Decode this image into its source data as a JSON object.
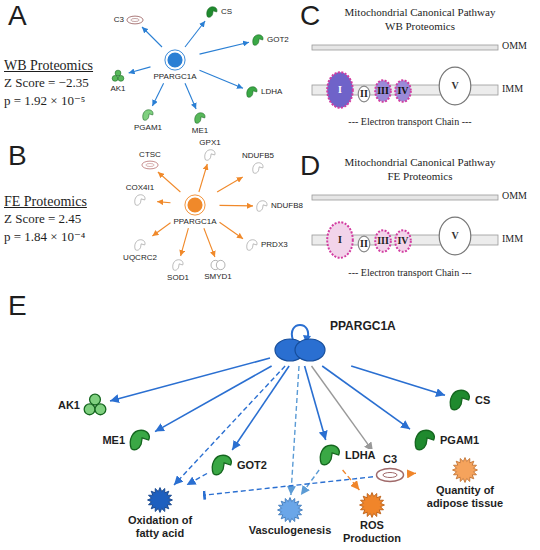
{
  "diagram": {
    "nodes": [
      {
        "text": [
          "PPARGC1A"
        ]
      },
      {
        "text": [
          "C3"
        ]
      },
      {
        "text": [
          "CS"
        ]
      },
      {
        "text": [
          "GOT2"
        ]
      },
      {
        "text": [
          "LDHA"
        ]
      },
      {
        "text": [
          "ME1"
        ]
      },
      {
        "text": [
          "PGAM1"
        ]
      },
      {
        "text": [
          "AK1"
        ]
      },
      {
        "text": [
          "PPARGC1A"
        ]
      },
      {
        "text": [
          "CTSC"
        ]
      },
      {
        "text": [
          "GPX1"
        ]
      },
      {
        "text": [
          "NDUFB5"
        ]
      },
      {
        "text": [
          "NDUFB8"
        ]
      },
      {
        "text": [
          "PRDX3"
        ]
      },
      {
        "text": [
          "SMYD1"
        ]
      },
      {
        "text": [
          "SOD1"
        ]
      },
      {
        "text": [
          "UQCRC2"
        ]
      },
      {
        "text": [
          "COX4I1"
        ]
      },
      {
        "text": [
          "I"
        ]
      },
      {
        "text": [
          "II"
        ]
      },
      {
        "text": [
          "III"
        ]
      },
      {
        "text": [
          "IV"
        ]
      },
      {
        "text": [
          "V"
        ]
      },
      {
        "text": [
          "I"
        ]
      },
      {
        "text": [
          "II"
        ]
      },
      {
        "text": [
          "III"
        ]
      },
      {
        "text": [
          "IV"
        ]
      },
      {
        "text": [
          "V"
        ]
      },
      {
        "text": [
          "PPARGC1A"
        ]
      },
      {
        "text": [
          "AK1"
        ]
      },
      {
        "text": [
          "CS"
        ]
      },
      {
        "text": [
          "ME1"
        ]
      },
      {
        "text": [
          "PGAM1"
        ]
      },
      {
        "text": [
          "GOT2"
        ]
      },
      {
        "text": [
          "LDHA"
        ]
      },
      {
        "text": [
          "C3"
        ]
      },
      {
        "text": [
          "Oxidation of fatty acid"
        ]
      },
      {
        "text": [
          "Vasculogenesis"
        ]
      },
      {
        "text": [
          "ROS Production"
        ]
      },
      {
        "text": [
          "Quantity of adipose tissue"
        ]
      }
    ],
    "edges": [
      {
        "from": 0,
        "to": 1,
        "arrow": "to"
      },
      {
        "from": 0,
        "to": 2,
        "arrow": "to"
      },
      {
        "from": 0,
        "to": 3,
        "arrow": "to"
      },
      {
        "from": 0,
        "to": 4,
        "arrow": "to"
      },
      {
        "from": 0,
        "to": 5,
        "arrow": "to"
      },
      {
        "from": 0,
        "to": 6,
        "arrow": "to"
      },
      {
        "from": 0,
        "to": 7,
        "arrow": "to"
      },
      {
        "from": 8,
        "to": 9,
        "arrow": "to"
      },
      {
        "from": 8,
        "to": 10,
        "arrow": "to"
      },
      {
        "from": 8,
        "to": 11,
        "arrow": "to"
      },
      {
        "from": 8,
        "to": 12,
        "arrow": "to"
      },
      {
        "from": 8,
        "to": 13,
        "arrow": "to"
      },
      {
        "from": 8,
        "to": 14,
        "arrow": "to"
      },
      {
        "from": 8,
        "to": 15,
        "arrow": "to"
      },
      {
        "from": 8,
        "to": 16,
        "arrow": "to"
      },
      {
        "from": 8,
        "to": 17,
        "arrow": "to"
      },
      {
        "from": 28,
        "to": 29,
        "arrow": "to"
      },
      {
        "from": 28,
        "to": 30,
        "arrow": "to"
      },
      {
        "from": 28,
        "to": 31,
        "arrow": "to"
      },
      {
        "from": 28,
        "to": 32,
        "arrow": "to"
      },
      {
        "from": 28,
        "to": 33,
        "arrow": "to"
      },
      {
        "from": 28,
        "to": 34,
        "arrow": "to"
      },
      {
        "from": 28,
        "to": 35,
        "arrow": "to"
      },
      {
        "from": 28,
        "to": 36,
        "arrow": "to"
      },
      {
        "from": 28,
        "to": 37,
        "arrow": "to"
      },
      {
        "from": 33,
        "to": 36,
        "arrow": "to"
      },
      {
        "from": 34,
        "to": 37,
        "arrow": "to"
      },
      {
        "from": 34,
        "to": 38,
        "arrow": "to"
      },
      {
        "from": 35,
        "to": 36,
        "arrow": "to"
      },
      {
        "from": 35,
        "to": 39,
        "arrow": "to"
      }
    ],
    "labels": [
      "A",
      "WB Proteomics",
      "Z Score = −2.35",
      "p = 1.92 × 10⁻⁵",
      "C",
      "Mitochondrial Canonical Pathway",
      "WB Proteomics",
      "OMM",
      "IMM",
      "--- Electron transport Chain ---",
      "B",
      "FE Proteomics",
      "Z Score = 2.45",
      "p = 1.84 × 10⁻⁴",
      "D",
      "Mitochondrial Canonical Pathway",
      "FE Proteomics",
      "OMM",
      "IMM",
      "--- Electron transport Chain ---",
      "E"
    ]
  }
}
